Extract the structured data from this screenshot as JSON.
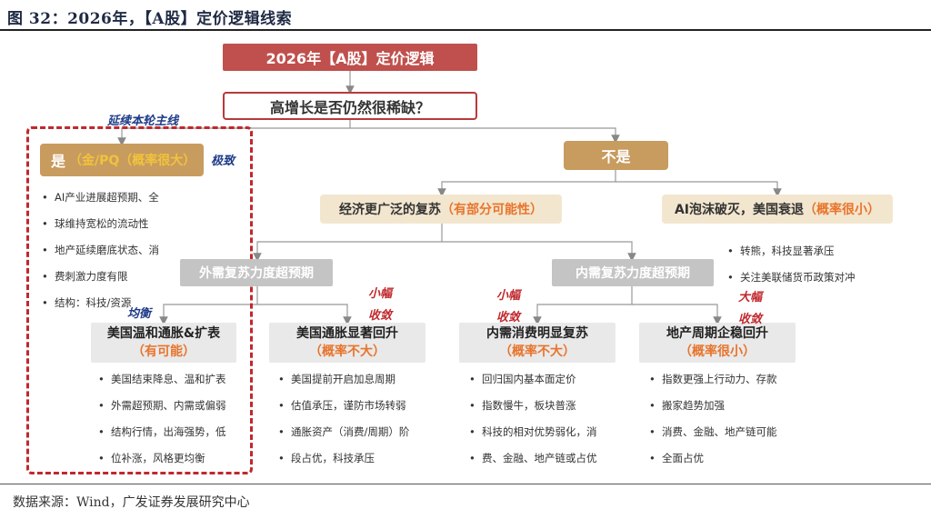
{
  "figure_title": "图 32：2026年，【A股】定价逻辑线索",
  "root": "2026年【A股】定价逻辑",
  "question": "高增长是否仍然很稀缺？",
  "yes": {
    "label": "是",
    "sub": "（金/PQ（概率很大）"
  },
  "no": {
    "label": "不是"
  },
  "econ": {
    "label": "经济更广泛的复苏",
    "sub": "（有部分可能性）"
  },
  "ai": {
    "label": "AI泡沫破灭，美国衰退",
    "sub": "（概率很小）"
  },
  "external": {
    "label": "外需复苏力度超预期"
  },
  "internal": {
    "label": "内需复苏力度超预期"
  },
  "cases": [
    {
      "title": "美国温和通胀&扩表",
      "prob": "（有可能）"
    },
    {
      "title": "美国通胀显著回升",
      "prob": "（概率不大）"
    },
    {
      "title": "内需消费明显复苏",
      "prob": "（概率不大）"
    },
    {
      "title": "地产周期企稳回升",
      "prob": "（概率很小）"
    }
  ],
  "yes_bullets": [
    "AI产业进展超预期、全",
    "球维持宽松的流动性",
    "地产延续磨底状态、消",
    "费刺激力度有限",
    "结构：科技/资源"
  ],
  "ai_bullets": [
    "转熊，科技显著承压",
    "关注美联储货币政策对冲"
  ],
  "case_bullets": [
    [
      "美国结束降息、温和扩表",
      "外需超预期、内需或偏弱",
      "结构行情，出海强势，低",
      "位补涨，风格更均衡"
    ],
    [
      "美国提前开启加息周期",
      "估值承压，谨防市场转弱",
      "通胀资产（消费/周期）阶",
      "段占优，科技承压"
    ],
    [
      "回归国内基本面定价",
      "指数慢牛，板块普涨",
      "科技的相对优势弱化，消",
      "费、金融、地产链或占优"
    ],
    [
      "指数更强上行动力、存款",
      "搬家趋势加强",
      "消费、金融、地产链可能",
      "全面占优"
    ]
  ],
  "annotations": {
    "continue": "延续本轮主线",
    "extreme": "极致",
    "balanced": "均衡",
    "small_1a": "小幅",
    "small_1b": "收敛",
    "small_2a": "小幅",
    "small_2b": "收敛",
    "big_a": "大幅",
    "big_b": "收敛"
  },
  "source": "数据来源：Wind，广发证券发展研究中心",
  "colors": {
    "root": "#c0504d",
    "brown": "#c89b5e",
    "beige": "#f3e6cf",
    "grey": "#c4c4c4",
    "pale": "#e9e9e9",
    "dash": "#c0282d",
    "orange": "#e8742c"
  }
}
